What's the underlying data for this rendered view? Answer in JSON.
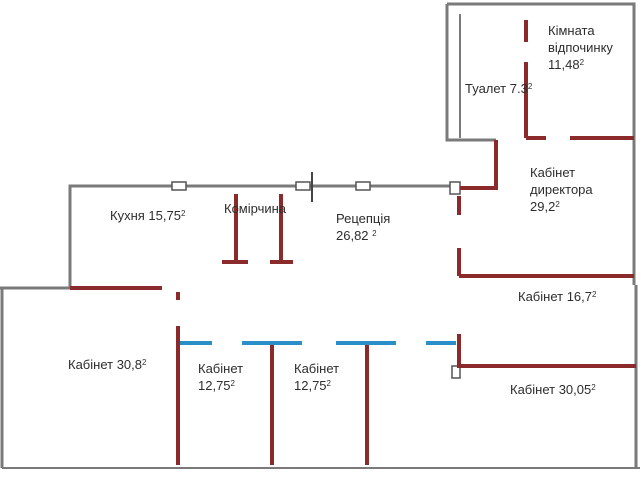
{
  "colors": {
    "outer_wall": "#777777",
    "partition_wall": "#8b2a2a",
    "glass_partition": "#2b8fc7",
    "background": "#ffffff"
  },
  "rooms": {
    "lounge": {
      "name": "Кімната відпочинку",
      "area": "11,48",
      "unit": "2"
    },
    "toilet": {
      "name": "Туалет",
      "area": "7.3",
      "unit": "2"
    },
    "director": {
      "name": "Кабінет директора",
      "area": "29,2",
      "unit": "2"
    },
    "kitchen": {
      "name": "Кухня",
      "area": "15,75",
      "unit": "2"
    },
    "storage": {
      "name": "Комірчина"
    },
    "reception": {
      "name": "Рецепція",
      "area": "26,82",
      "unit": "2"
    },
    "office_16": {
      "name": "Кабінет",
      "area": "16,7",
      "unit": "2"
    },
    "office_30_8": {
      "name": "Кабінет",
      "area": "30,8",
      "unit": "2"
    },
    "office_12_a": {
      "name": "Кабінет",
      "area": "12,75",
      "unit": "2"
    },
    "office_12_b": {
      "name": "Кабінет",
      "area": "12,75",
      "unit": "2"
    },
    "office_30_05": {
      "name": "Кабінет",
      "area": "30,05",
      "unit": "2"
    }
  }
}
